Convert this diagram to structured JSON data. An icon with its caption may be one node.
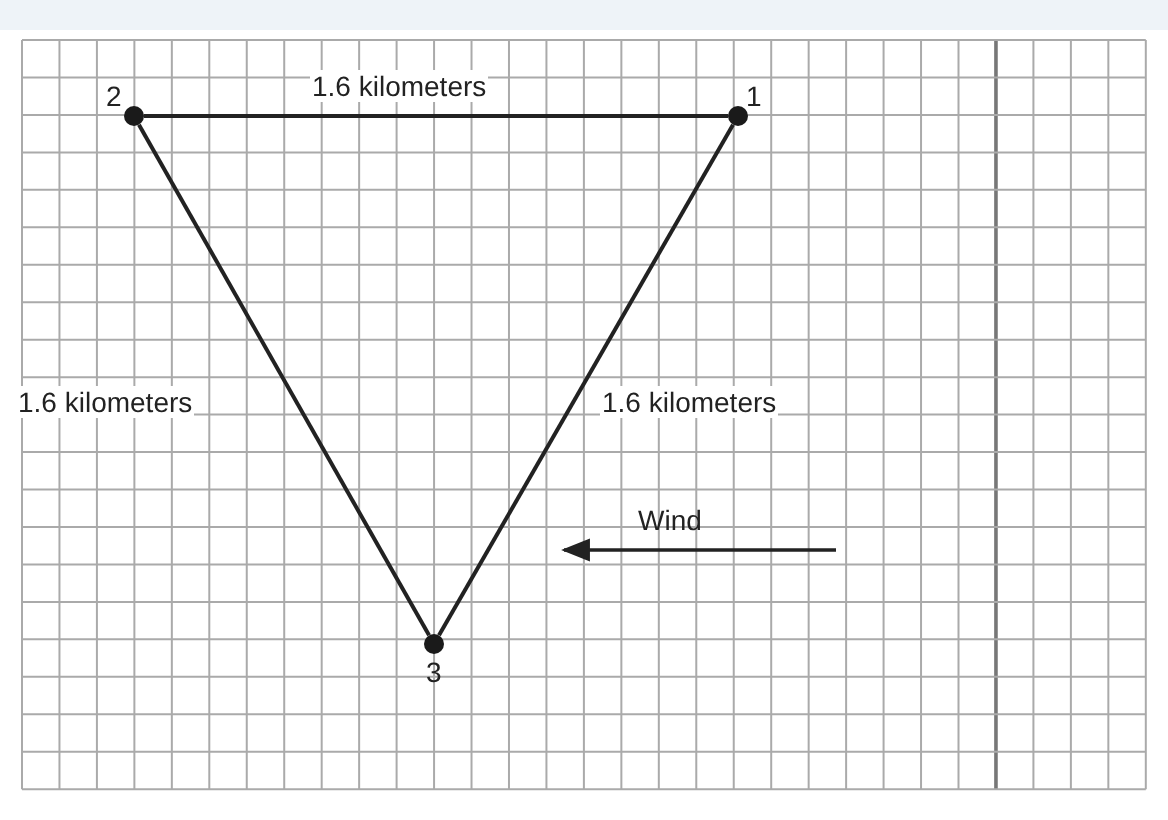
{
  "diagram": {
    "nodes": [
      {
        "text": [],
        "shape": "circle",
        "beside": [
          "2"
        ]
      },
      {
        "text": [],
        "shape": "circle",
        "beside": [
          "1"
        ]
      },
      {
        "text": [],
        "shape": "circle",
        "beside": [
          "3"
        ]
      }
    ],
    "edges": [
      {
        "from": 0,
        "to": 1,
        "arrow": "none",
        "label": "1.6 kilometers"
      },
      {
        "from": 0,
        "to": 2,
        "arrow": "none",
        "label": "1.6 kilometers"
      },
      {
        "from": 1,
        "to": 2,
        "arrow": "none",
        "label": "1.6 kilometers"
      }
    ],
    "labels": [
      "Wind"
    ]
  }
}
